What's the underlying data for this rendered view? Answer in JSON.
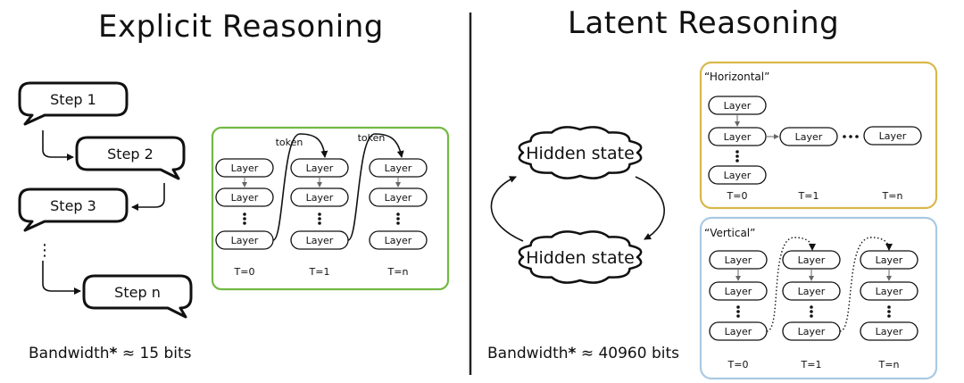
{
  "explicit": {
    "title": "Explicit Reasoning",
    "steps": [
      "Step 1",
      "Step 2",
      "Step 3",
      "⋮",
      "Step n"
    ],
    "token_label": "token",
    "layer_label": "Layer",
    "time_labels": [
      "T=0",
      "T=1",
      "T=n"
    ],
    "bandwidth_label": "Bandwidth",
    "bandwidth_value": "≈ 15 bits"
  },
  "latent": {
    "title": "Latent Reasoning",
    "hidden_state_label": "Hidden state",
    "horizontal_label": "“Horizontal”",
    "vertical_label": "“Vertical”",
    "layer_label": "Layer",
    "time_labels": [
      "T=0",
      "T=1",
      "T=n"
    ],
    "bandwidth_label": "Bandwidth",
    "bandwidth_value": "≈ 40960 bits"
  },
  "asterisk": "*",
  "colors": {
    "green_box": "#72b943",
    "yellow_box": "#d9b84a",
    "blue_box": "#a9c9e3",
    "divider": "#222222"
  }
}
